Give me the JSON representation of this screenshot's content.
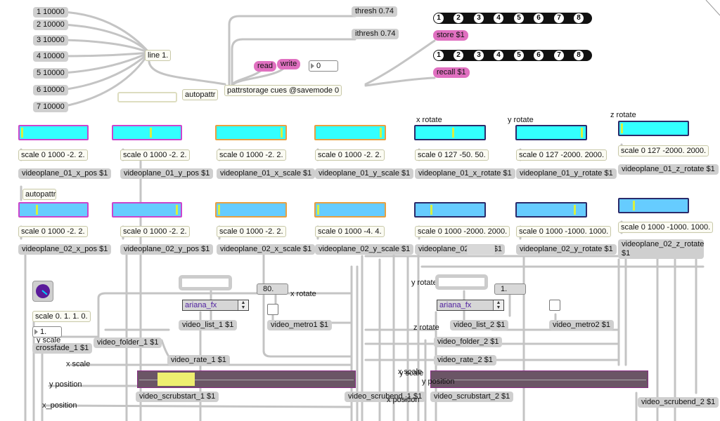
{
  "line_messages": [
    "1 10000",
    "2 10000",
    "3 10000",
    "4 10000",
    "5 10000",
    "6 10000",
    "7 10000"
  ],
  "line_object": "line 1.",
  "autopattr_1": "autopattr",
  "autopattr_2": "autopattr",
  "thresh": "thresh 0.74",
  "ithresh": "ithresh 0.74",
  "pattrstorage": "pattrstorage cues @savemode 0",
  "read": "read",
  "write": "write",
  "number_top": "0",
  "preset_numbers": [
    "1",
    "2",
    "3",
    "4",
    "5",
    "6",
    "7",
    "8"
  ],
  "store": "store $1",
  "recall": "recall $1",
  "headings": {
    "x_rotate": "x rotate",
    "y_rotate": "y rotate",
    "z_rotate": "z rotate"
  },
  "row1": [
    {
      "scale": "scale 0 1000 -2. 2.",
      "msg": "videoplane_01_x_pos $1",
      "knob": 0.02
    },
    {
      "scale": "scale 0 1000 -2. 2.",
      "msg": "videoplane_01_y_pos $1",
      "knob": 0.56
    },
    {
      "scale": "scale 0 1000 -2. 2.",
      "msg": "videoplane_01_x_scale $1",
      "knob": 0.97
    },
    {
      "scale": "scale 0 1000 -2. 2.",
      "msg": "videoplane_01_y_scale $1",
      "knob": 0.97
    },
    {
      "scale": "scale 0 127 -50. 50.",
      "msg": "videoplane_01_x_rotate $1",
      "knob": 0.55
    },
    {
      "scale": "scale 0 127 -2000. 2000.",
      "msg": "videoplane_01_y_rotate $1",
      "knob": 0.97
    },
    {
      "scale": "scale 0 127 -2000. 2000.",
      "msg": "videoplane_01_z_rotate $1",
      "knob": 0.02
    }
  ],
  "row2": [
    {
      "scale": "scale 0 1000 -2. 2.",
      "msg": "videoplane_02_x_pos $1",
      "knob": 0.25
    },
    {
      "scale": "scale 0 1000 -2. 2.",
      "msg": "videoplane_02_y_pos $1",
      "knob": 0.97
    },
    {
      "scale": "scale 0 1000 -2. 2.",
      "msg": "videoplane_02_x_scale $1",
      "knob": 0.02
    },
    {
      "scale": "scale 0 1000 -4. 4.",
      "msg": "videoplane_02_y_scale $1",
      "knob": 0.02
    },
    {
      "scale": "scale 0 1000 -2000. 2000.",
      "msg": "videoplane_02_",
      "msg_tail": "$1",
      "knob": 0.22
    },
    {
      "scale": "scale 0 1000 -1000. 1000.",
      "msg": "videoplane_02_y_rotate $1",
      "knob": 0.86
    },
    {
      "scale": "scale 0 1000 -1000. 1000.",
      "msg": "videoplane_02_z_rotate",
      "msg2": "$1",
      "knob": 0.2
    }
  ],
  "scale_small": "scale 0. 1. 1. 0.",
  "num_small": "1.",
  "y_scale_label": "y scale",
  "crossfade": "crossfade_1 $1",
  "video_folder_1": "video_folder_1 $1",
  "x_scale_label": "x scale",
  "y_position_label": "y position",
  "x_position_label": "x_position",
  "num_80": "80.",
  "x_rotate_label": "x rotate",
  "menu_1": "ariana_fx",
  "video_list_1": "video_list_1 $1",
  "video_metro1": "video_metro1 $1",
  "video_rate_1": "video_rate_1 $1",
  "video_scrubstart_1": "video_scrubstart_1 $1",
  "video_scrubend_1": "video_scrubend_1 $1",
  "y_rotate_label": "y rotate",
  "num_1": "1.",
  "menu_2": "ariana_fx",
  "z_rotate_label": "z rotate",
  "video_list_2": "video_list_2 $1",
  "video_metro2": "video_metro2 $1",
  "video_folder_2": "video_folder_2 $1",
  "video_rate_2": "video_rate_2 $1",
  "x_scale_label_2": "x scale",
  "y_scale_label_2": "y scale",
  "y_position_label_2": "y position",
  "x_position_label_2": "x position",
  "video_scrubstart_2": "video_scrubstart_2 $1",
  "video_scrubend_2": "video_scrubend_2 $1",
  "scrub_1_fill": [
    0.09,
    0.26
  ],
  "colors": {
    "cyan": "#33ffff",
    "lightblue": "#66ccff",
    "magenta": "#cc44cc",
    "orange": "#e8a040",
    "navy": "#2a2a6a",
    "pink": "#e070c0"
  }
}
